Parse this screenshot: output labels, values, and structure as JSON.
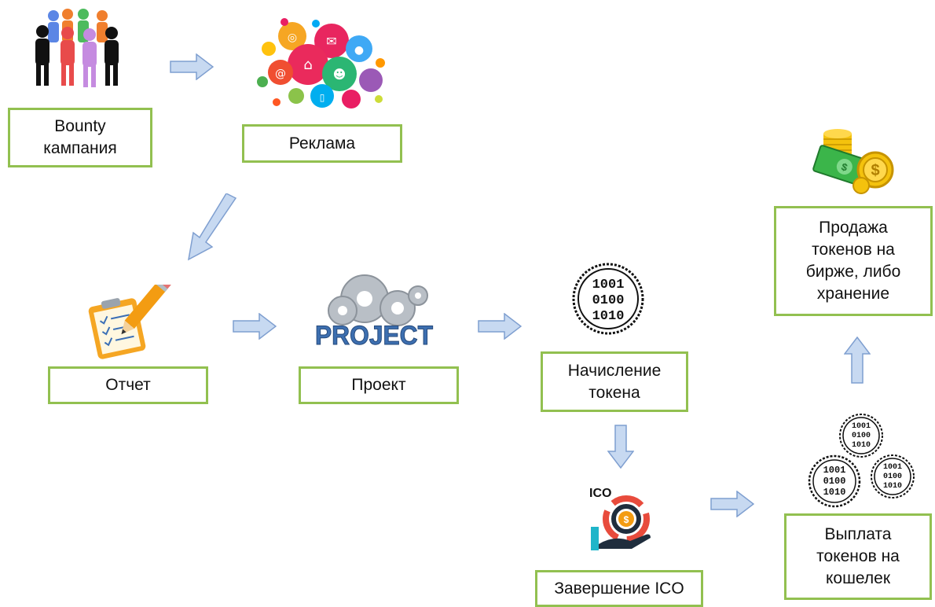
{
  "colors": {
    "box_border": "#92c050",
    "arrow_fill": "#c7d9f1",
    "arrow_stroke": "#7f9fd0"
  },
  "nodes": {
    "bounty": {
      "label": "Bounty\nкампания",
      "icon": "people-group-icon"
    },
    "ads": {
      "label": "Реклама",
      "icon": "social-media-bubbles-icon"
    },
    "report": {
      "label": "Отчет",
      "icon": "clipboard-pencil-icon"
    },
    "project": {
      "label": "Проект",
      "icon": "project-gears-icon",
      "icon_text": "PROJECT"
    },
    "accrual": {
      "label": "Начисление\nтокена",
      "icon": "binary-coin-icon"
    },
    "ico": {
      "label": "Завершение ICO",
      "icon": "ico-hand-coin-icon",
      "icon_text": "ICO"
    },
    "payout": {
      "label": "Выплата\nтокенов на\nкошелек",
      "icon": "binary-coins-icon"
    },
    "sale": {
      "label": "Продажа\nтокенов на\nбирже, либо\nхранение",
      "icon": "money-coins-icon"
    }
  },
  "coin_binary": [
    "1001",
    "0100",
    "1010"
  ]
}
